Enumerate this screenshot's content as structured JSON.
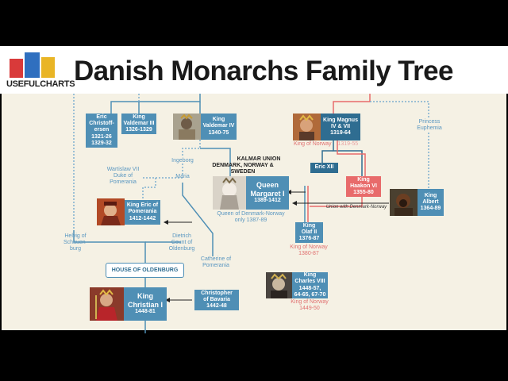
{
  "header": {
    "brand": "USEFULCHARTS",
    "title": "Danish Monarchs Family Tree"
  },
  "boxes": {
    "eric": [
      "Eric",
      "Christoff-",
      "ersen",
      "1321-26",
      "1329-32"
    ],
    "valdemar3": [
      "King",
      "Valdemar III",
      "1326-1329"
    ],
    "valdemar4": [
      "King",
      "Valdemar IV",
      "1340-75"
    ],
    "magnus": [
      "King Magnus",
      "IV & VII",
      "1319-64"
    ],
    "eric12": [
      "Eric XII"
    ],
    "haakon": [
      "King",
      "Haakon VI",
      "1355-80"
    ],
    "albert": [
      "King",
      "Albert",
      "1364-89"
    ],
    "margaret": [
      "Queen",
      "Margaret I",
      "1389-1412"
    ],
    "ericpom": [
      "King Eric of",
      "Pomerania",
      "1412-1442"
    ],
    "olaf": [
      "King",
      "Olaf II",
      "1376-87"
    ],
    "charles": [
      "King",
      "Charles VIII",
      "1448-57,",
      "64-65, 67-70"
    ],
    "christopher": [
      "Christopher",
      "of Bavaria",
      "1442-48"
    ],
    "christian": [
      "King",
      "Christian I",
      "1448-81"
    ]
  },
  "labels": {
    "king_of_norway": "King of Norway",
    "magnus_norway_years": "1319-55",
    "princess": [
      "Princess",
      "Euphemia"
    ],
    "kalmar": [
      "KALMAR UNION",
      "DENMARK, NORWAY & SWEDEN"
    ],
    "ingeborg": "Ingeborg",
    "maria": "Maria",
    "wartislaw": [
      "Wartislaw VII",
      "Duke of",
      "Pomerania"
    ],
    "margaret_note": [
      "Queen of Denmark-Norway",
      "only 1387-89"
    ],
    "union_note": "Union with Denmark-Norway",
    "olaf_note": [
      "King of Norway",
      "1380-87"
    ],
    "helvig": [
      "Helvig of",
      "Schauen-",
      "burg"
    ],
    "dietrich": [
      "Dietrich",
      "Count of",
      "Oldenburg"
    ],
    "catherine": [
      "Catherine of",
      "Pomerania"
    ],
    "charles_note": [
      "King of Norway",
      "1449-50"
    ],
    "house": "HOUSE OF OLDENBURG"
  },
  "colors": {
    "blue": "#4f8fb5",
    "dark_blue": "#2f6d91",
    "pink": "#e86b6b",
    "background": "#f5f1e4"
  }
}
